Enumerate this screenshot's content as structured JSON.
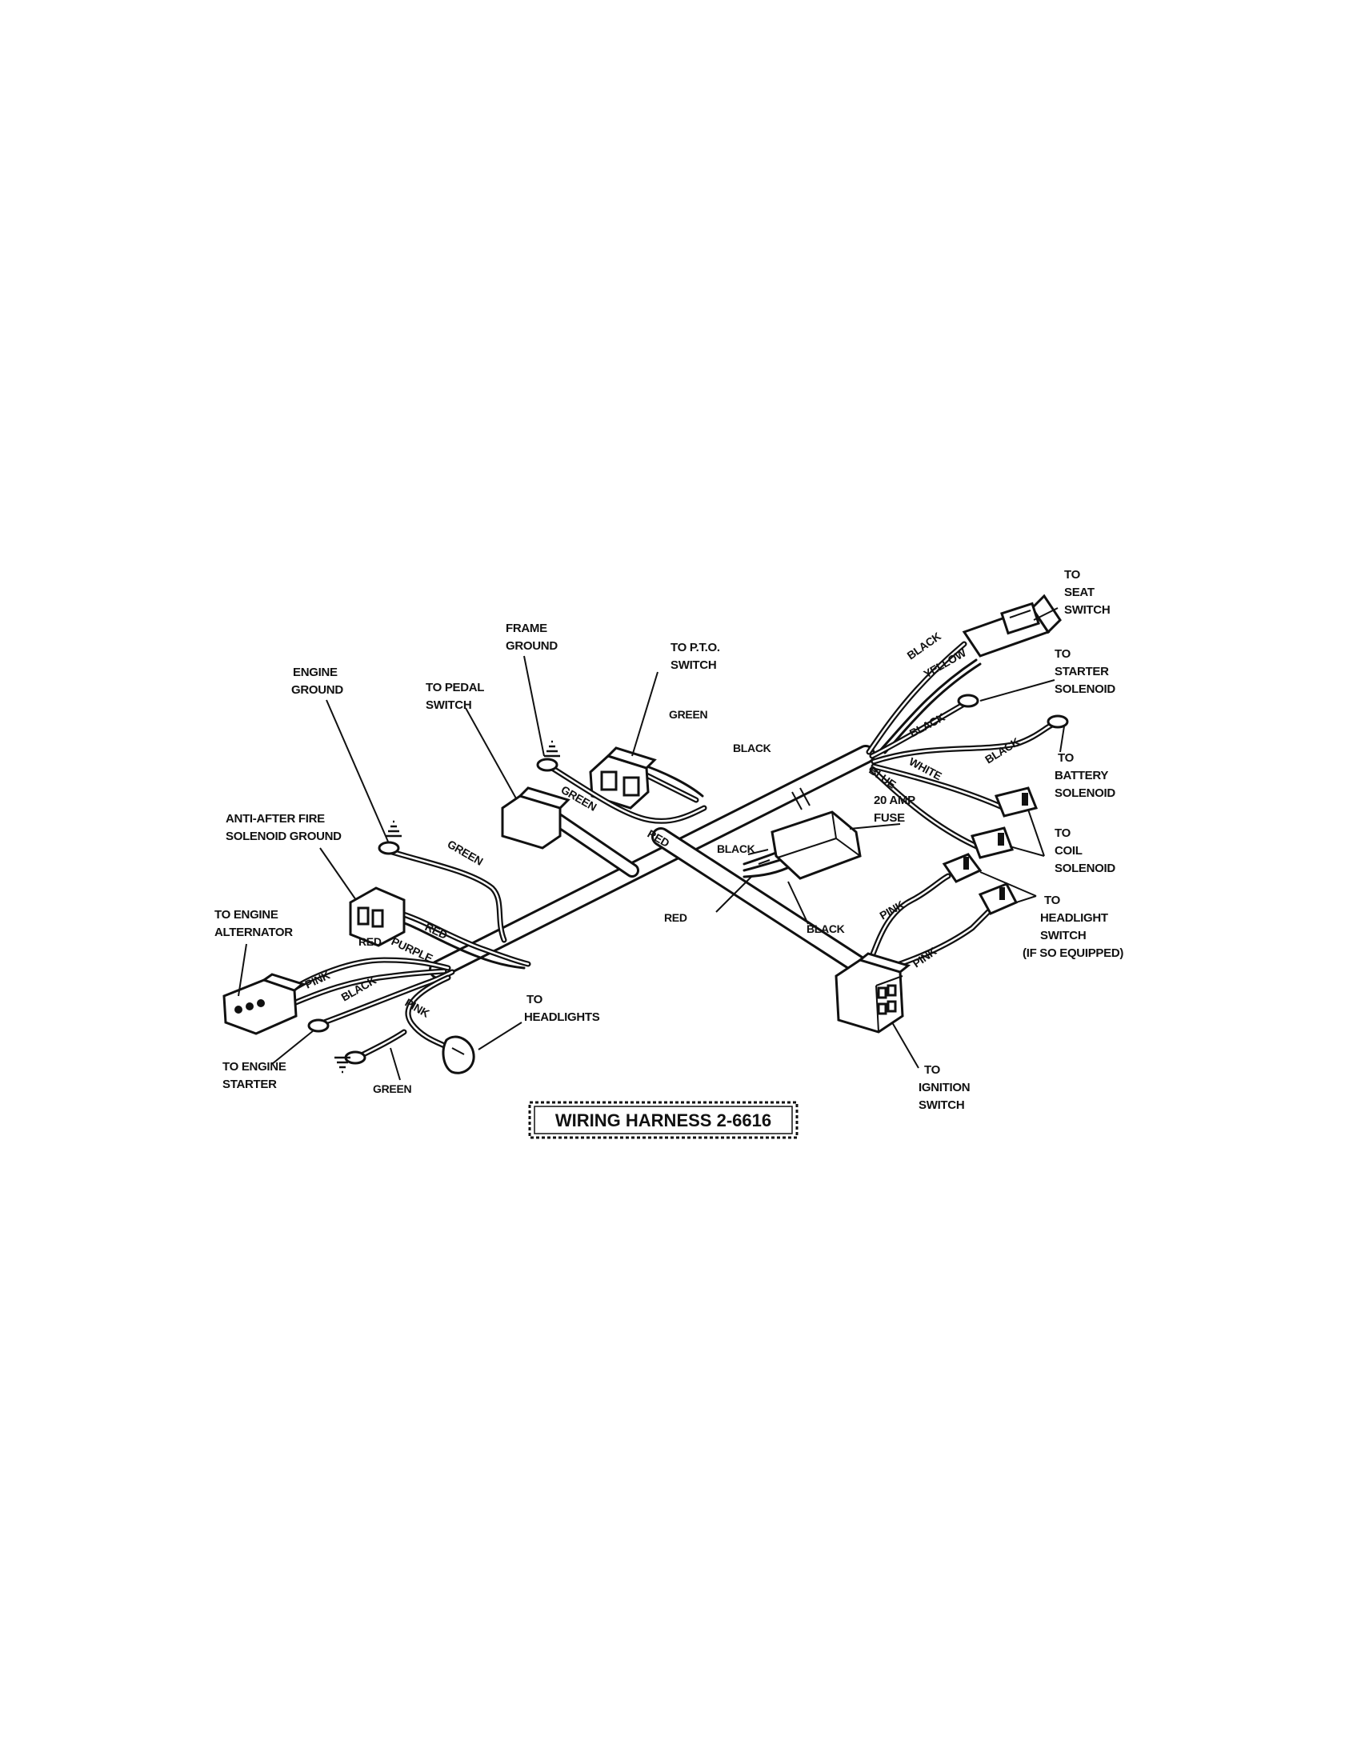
{
  "title": "WIRING HARNESS 2-6616",
  "callouts": {
    "seat_switch": [
      "TO",
      "SEAT",
      "SWITCH"
    ],
    "starter_solenoid": [
      "TO",
      "STARTER",
      "SOLENOID"
    ],
    "battery_solenoid": [
      "TO",
      "BATTERY",
      "SOLENOID"
    ],
    "coil_solenoid": [
      "TO",
      "COIL",
      "SOLENOID"
    ],
    "headlight_switch": [
      "TO",
      "HEADLIGHT",
      "SWITCH",
      "(IF SO EQUIPPED)"
    ],
    "ignition_switch": [
      "TO",
      "IGNITION",
      "SWITCH"
    ],
    "fuse": [
      "20 AMP",
      "FUSE"
    ],
    "pto_switch": [
      "TO P.T.O.",
      "SWITCH"
    ],
    "frame_ground": [
      "FRAME",
      "GROUND"
    ],
    "pedal_switch": [
      "TO PEDAL",
      "SWITCH"
    ],
    "engine_ground": [
      "ENGINE",
      "GROUND"
    ],
    "anti_after_fire": [
      "ANTI-AFTER FIRE",
      "SOLENOID GROUND"
    ],
    "engine_alternator": [
      "TO ENGINE",
      "ALTERNATOR"
    ],
    "engine_starter": [
      "TO ENGINE",
      "STARTER"
    ],
    "headlights": [
      "TO",
      "HEADLIGHTS"
    ]
  },
  "wire_labels": {
    "black_seat": "BLACK",
    "yellow_seat": "YELLOW",
    "black_starter": "BLACK",
    "black_battery": "BLACK",
    "white_coil": "WHITE",
    "blue_coil": "BLUE",
    "green_pto": "GREEN",
    "black_pto": "BLACK",
    "green_frame": "GREEN",
    "red_pto": "RED",
    "black_fuse_top": "BLACK",
    "red_fuse": "RED",
    "black_fuse_bottom": "BLACK",
    "pink_headlight_1": "PINK",
    "pink_headlight_2": "PINK",
    "green_engine_ground": "GREEN",
    "red_antiafter": "RED",
    "purple_antiafter": "PURPLE",
    "red_alternator": "RED",
    "pink_alternator": "PINK",
    "black_starter_engine": "BLACK",
    "pink_headlights": "PINK",
    "green_bottom": "GREEN"
  }
}
